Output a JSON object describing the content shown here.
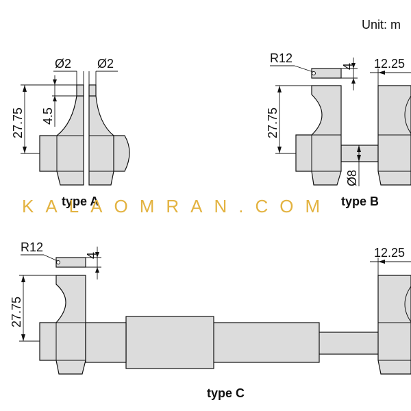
{
  "unit_label": "Unit: m",
  "watermark": "KALAOMRAN.COM",
  "type_a": {
    "caption": "type A",
    "tip_left": "Ø2",
    "tip_right": "Ø2",
    "height": "27.75",
    "tip_height": "4.5"
  },
  "type_b": {
    "caption": "type B",
    "radius": "R12",
    "thickness": "4",
    "width": "12.25",
    "height": "27.75",
    "rod_diameter": "Ø8"
  },
  "type_c": {
    "caption": "type C",
    "radius": "R12",
    "thickness": "4",
    "width": "12.25",
    "height": "27.75"
  }
}
